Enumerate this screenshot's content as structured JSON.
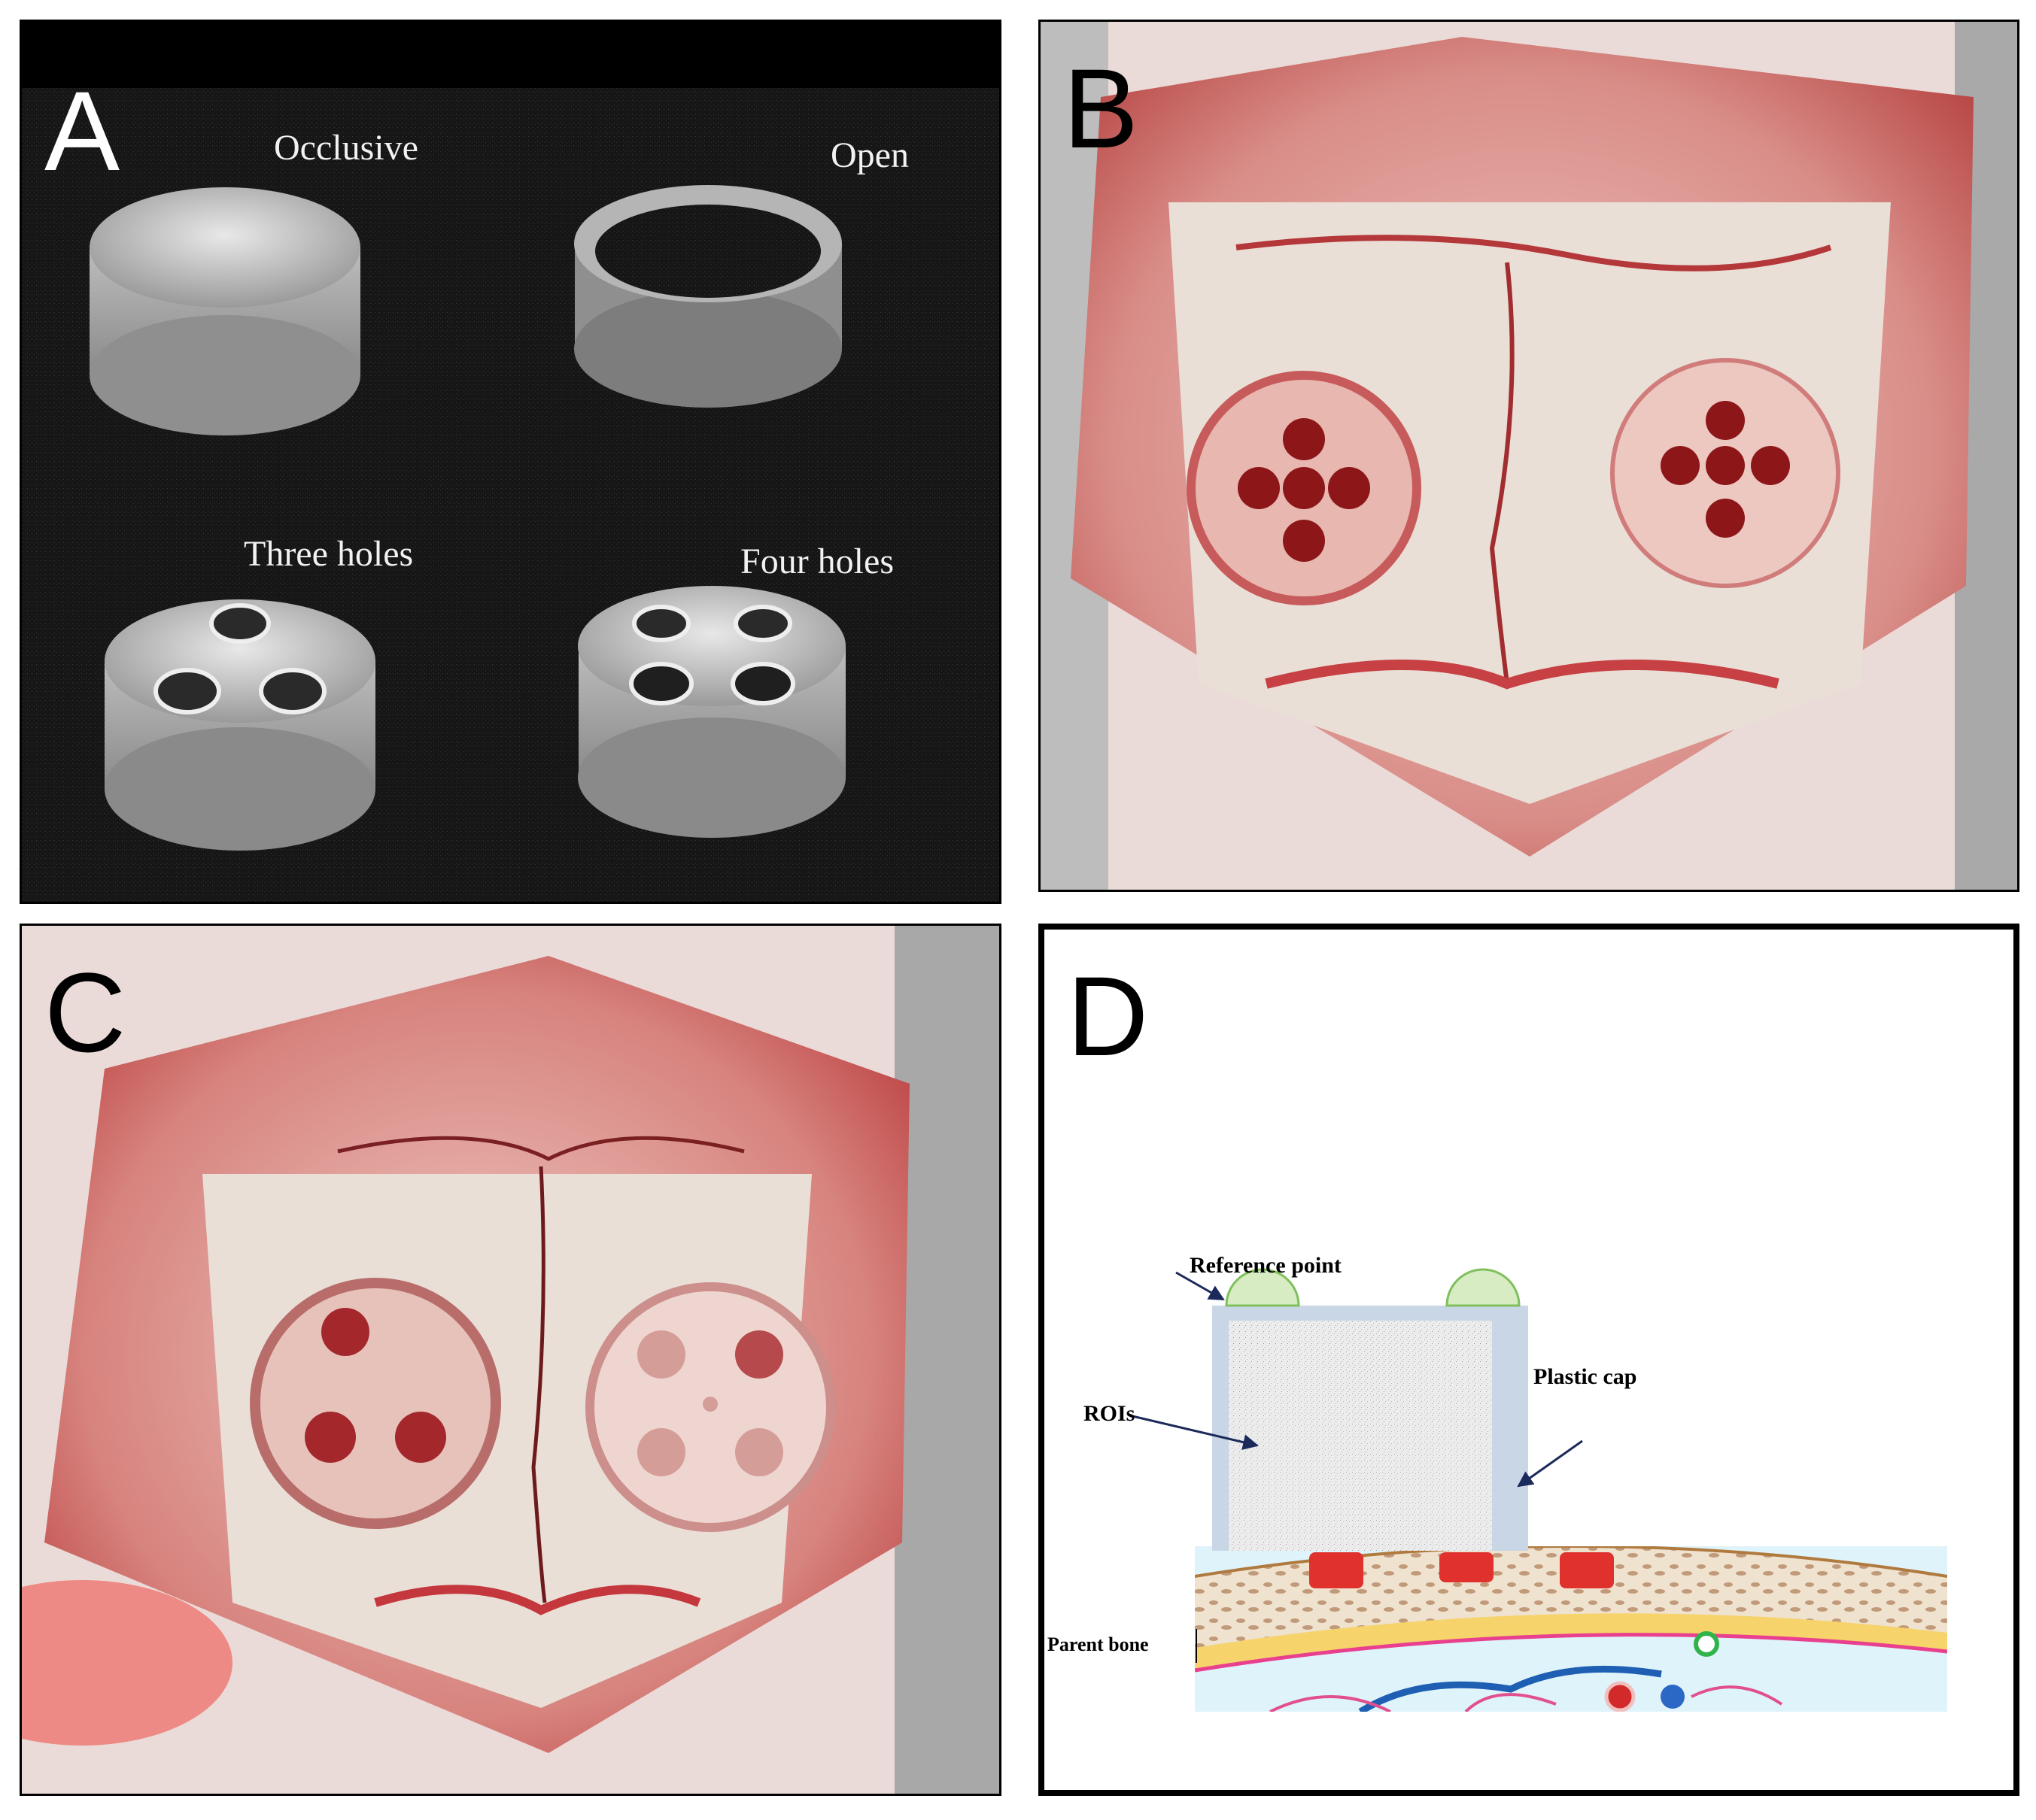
{
  "panels": {
    "a": {
      "letter": "A",
      "caps": [
        {
          "label": "Occlusive"
        },
        {
          "label": "Open"
        },
        {
          "label": "Three holes"
        },
        {
          "label": "Four holes"
        }
      ]
    },
    "b": {
      "letter": "B"
    },
    "c": {
      "letter": "C"
    },
    "d": {
      "letter": "D",
      "labels": {
        "reference_point": "Reference point",
        "plastic_cap": "Plastic cap",
        "rois": "ROIs",
        "parent_bone": "Parent bone"
      }
    }
  },
  "colors": {
    "photo_background": "#0f0f0f",
    "tissue": "#d98d88",
    "bone": "#eadfd6",
    "bleeding": "#c1272d",
    "cap_wall": "#c9d6e6",
    "roi_fill": "#e6e6e6",
    "defect_red": "#e0312c",
    "reference_green": "#d8ecc4"
  }
}
